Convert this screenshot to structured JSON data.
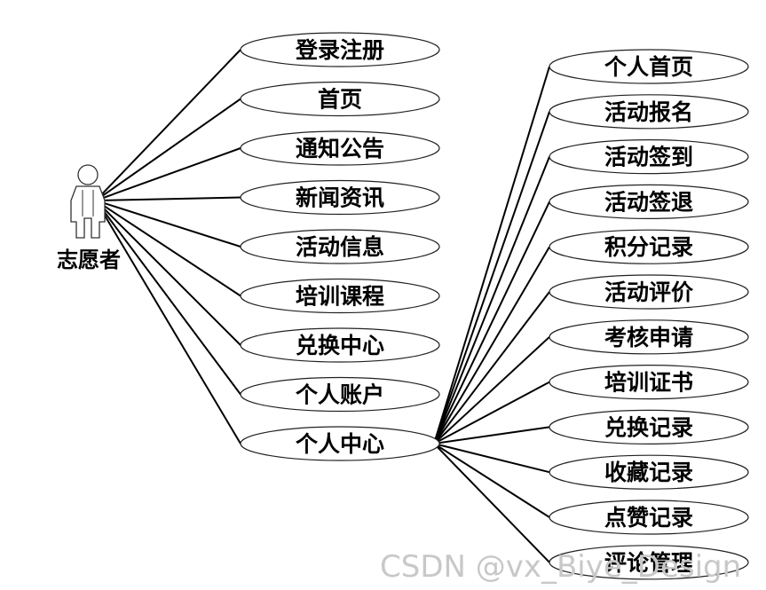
{
  "actor": {
    "label": "志愿者"
  },
  "left_cases": [
    {
      "label": "登录注册"
    },
    {
      "label": "首页"
    },
    {
      "label": "通知公告"
    },
    {
      "label": "新闻资讯"
    },
    {
      "label": "活动信息"
    },
    {
      "label": "培训课程"
    },
    {
      "label": "兑换中心"
    },
    {
      "label": "个人账户"
    },
    {
      "label": "个人中心"
    }
  ],
  "right_cases": [
    {
      "label": "个人首页"
    },
    {
      "label": "活动报名"
    },
    {
      "label": "活动签到"
    },
    {
      "label": "活动签退"
    },
    {
      "label": "积分记录"
    },
    {
      "label": "活动评价"
    },
    {
      "label": "考核申请"
    },
    {
      "label": "培训证书"
    },
    {
      "label": "兑换记录"
    },
    {
      "label": "收藏记录"
    },
    {
      "label": "点赞记录"
    },
    {
      "label": "评论管理"
    }
  ],
  "watermark": "CSDN @vx_Biye_Design"
}
